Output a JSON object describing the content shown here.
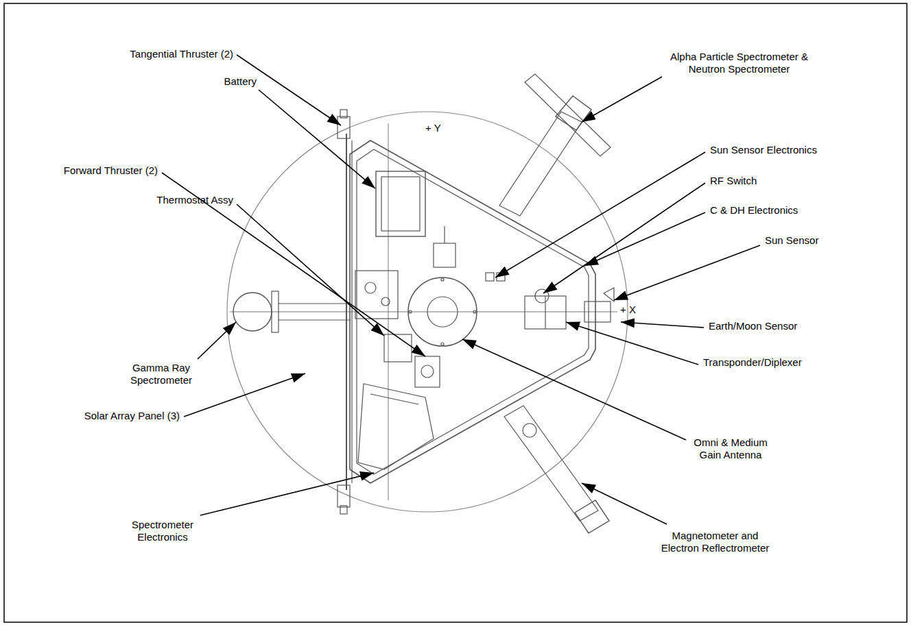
{
  "diagram": {
    "labels": [
      "Tangential Thruster (2)",
      "Alpha Particle Spectrometer & Neutron Spectrometer",
      "+ Y",
      "Battery",
      "Sun Sensor Electronics",
      "Forward Thruster (2)",
      "RF Switch",
      "C & DH Electronics",
      "Thermostat Assy",
      "Sun Sensor",
      "+ X",
      "Gamma Ray Spectrometer",
      "Earth/Moon Sensor",
      "Transponder/Diplexer",
      "Solar Array Panel (3)",
      "Omni & Medium Gain Antenna",
      "Spectrometer Electronics",
      "Magnetometer and Electron Reflectrometer"
    ]
  }
}
